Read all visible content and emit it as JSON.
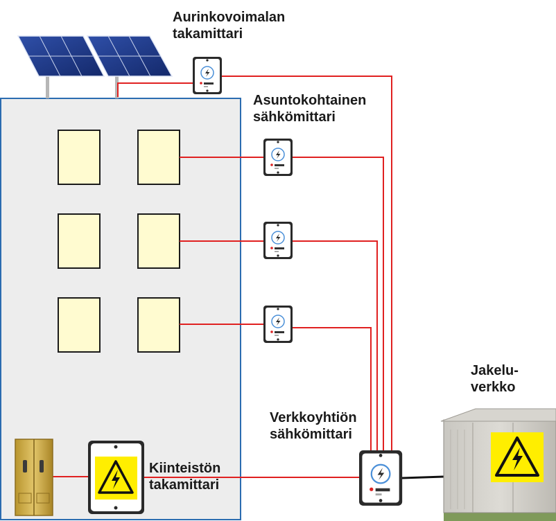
{
  "labels": {
    "solar_meter": [
      "Aurinkovoimalan",
      "takamittari"
    ],
    "apartment_meter": [
      "Asuntokohtainen",
      "sähkömittari"
    ],
    "utility_meter": [
      "Verkkoyhtiön",
      "sähkömittari"
    ],
    "grid": [
      "Jakelu-",
      "verkko"
    ],
    "property_meter": [
      "Kiinteistön",
      "takamittari"
    ]
  },
  "colors": {
    "wire": "#e02020",
    "grid_wire": "#111111",
    "building_fill": "#ededed",
    "building_border": "#2b6cb0",
    "window_fill": "#fffbd0",
    "warning_yellow": "#ffee00",
    "panel_blue": "#1e3a8a"
  },
  "icons": {
    "solar_panels": "solar-panel-icon",
    "meter": "electricity-meter-icon",
    "switchboard": "switchboard-icon",
    "transformer": "transformer-station-icon",
    "high_voltage": "high-voltage-warning-icon"
  }
}
